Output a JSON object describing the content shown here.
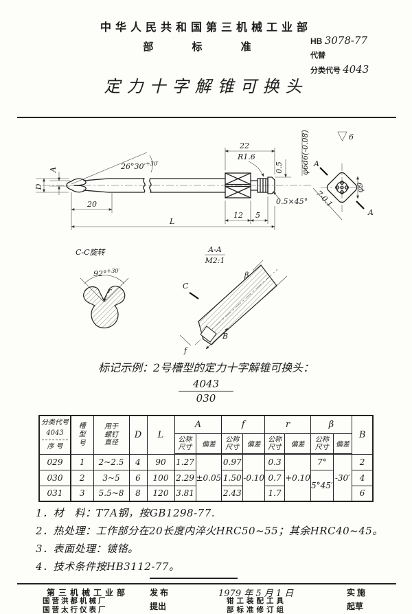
{
  "header": {
    "ministry": "中华人民共和国第三机械工业部",
    "standard_type": "部 标 准",
    "code_prefix": "HB",
    "code_number": "3078-77",
    "replaces": "代替",
    "class_label": "分类代号",
    "class_code": "4043",
    "title": "定力十字解锥可换头"
  },
  "drawing": {
    "finish_mark": "6",
    "main_view": {
      "angle": "26°30′",
      "angle_tol": "+30′",
      "dim_20": "20",
      "dim_L": "L",
      "dim_22": "22",
      "radius": "R1.6",
      "dim_05": "0.5",
      "shaft_dia": "φ6d6(-0.08)",
      "chamfer": "0.5×45°",
      "dim_12": "12",
      "dim_5": "5",
      "label_A": "A",
      "label_D": "D"
    },
    "end_view": {
      "sec_a_top": "A",
      "sec_a_bottom": "A",
      "dia": "φ9",
      "square": "7-0.1"
    },
    "section_cc": {
      "label": "C-C旋转",
      "angle": "92°",
      "angle_tol": "+30′",
      "radius": "r"
    },
    "section_aa": {
      "label": "A-A",
      "scale": "M2:1",
      "beta": "β",
      "c": "C",
      "b": "B",
      "f": "f"
    }
  },
  "designation": {
    "text": "标记示例：2号槽型的定力十字解锥可换头：",
    "numerator": "4043",
    "denominator": "030"
  },
  "table": {
    "h_class1": "分类代号",
    "h_class2": "4043",
    "h_serial": "序 号",
    "h_slot": "槽型号",
    "h_screw": "用于螺钉直径",
    "h_D": "D",
    "h_L": "L",
    "h_A": "A",
    "h_f": "f",
    "h_r": "r",
    "h_beta": "β",
    "h_B": "B",
    "h_nominal": "公称尺寸",
    "h_dev": "偏差",
    "dev_A": "±0.05",
    "dev_f": "-0.10",
    "dev_r": "+0.10",
    "dev_beta": "-30′",
    "rows": [
      {
        "serial": "029",
        "slot": "1",
        "screw": "2~2.5",
        "D": "4",
        "L": "90",
        "A": "1.27",
        "f": "0.97",
        "r": "0.3",
        "beta": "7°",
        "B": "2"
      },
      {
        "serial": "030",
        "slot": "2",
        "screw": "3~5",
        "D": "6",
        "L": "100",
        "A": "2.29",
        "f": "1.50",
        "r": "0.7",
        "beta": "5°45′",
        "B": "4"
      },
      {
        "serial": "031",
        "slot": "3",
        "screw": "5.5~8",
        "D": "8",
        "L": "120",
        "A": "3.81",
        "f": "2.43",
        "r": "1.7",
        "B": "6"
      }
    ]
  },
  "notes": [
    "1．材　料：T7A钢，按GB1298-77.",
    "2．热处理：工作部分在20长度内淬火HRC50~55；其余HRC40~45。",
    "3．表面处理：镀铬。",
    "4．技术条件按HB3112-77。"
  ],
  "footer": {
    "publisher": "第三机械工业部",
    "publish_label": "发布",
    "date": "1979 年 5 月 1 日",
    "implement_label": "实施",
    "proposer1": "国营洪都机械厂",
    "proposer2": "国营太行仪表厂",
    "propose_label": "提出",
    "drafter1": "钳工装配工具",
    "drafter2": "部标准修订组",
    "draft_label": "起草"
  }
}
